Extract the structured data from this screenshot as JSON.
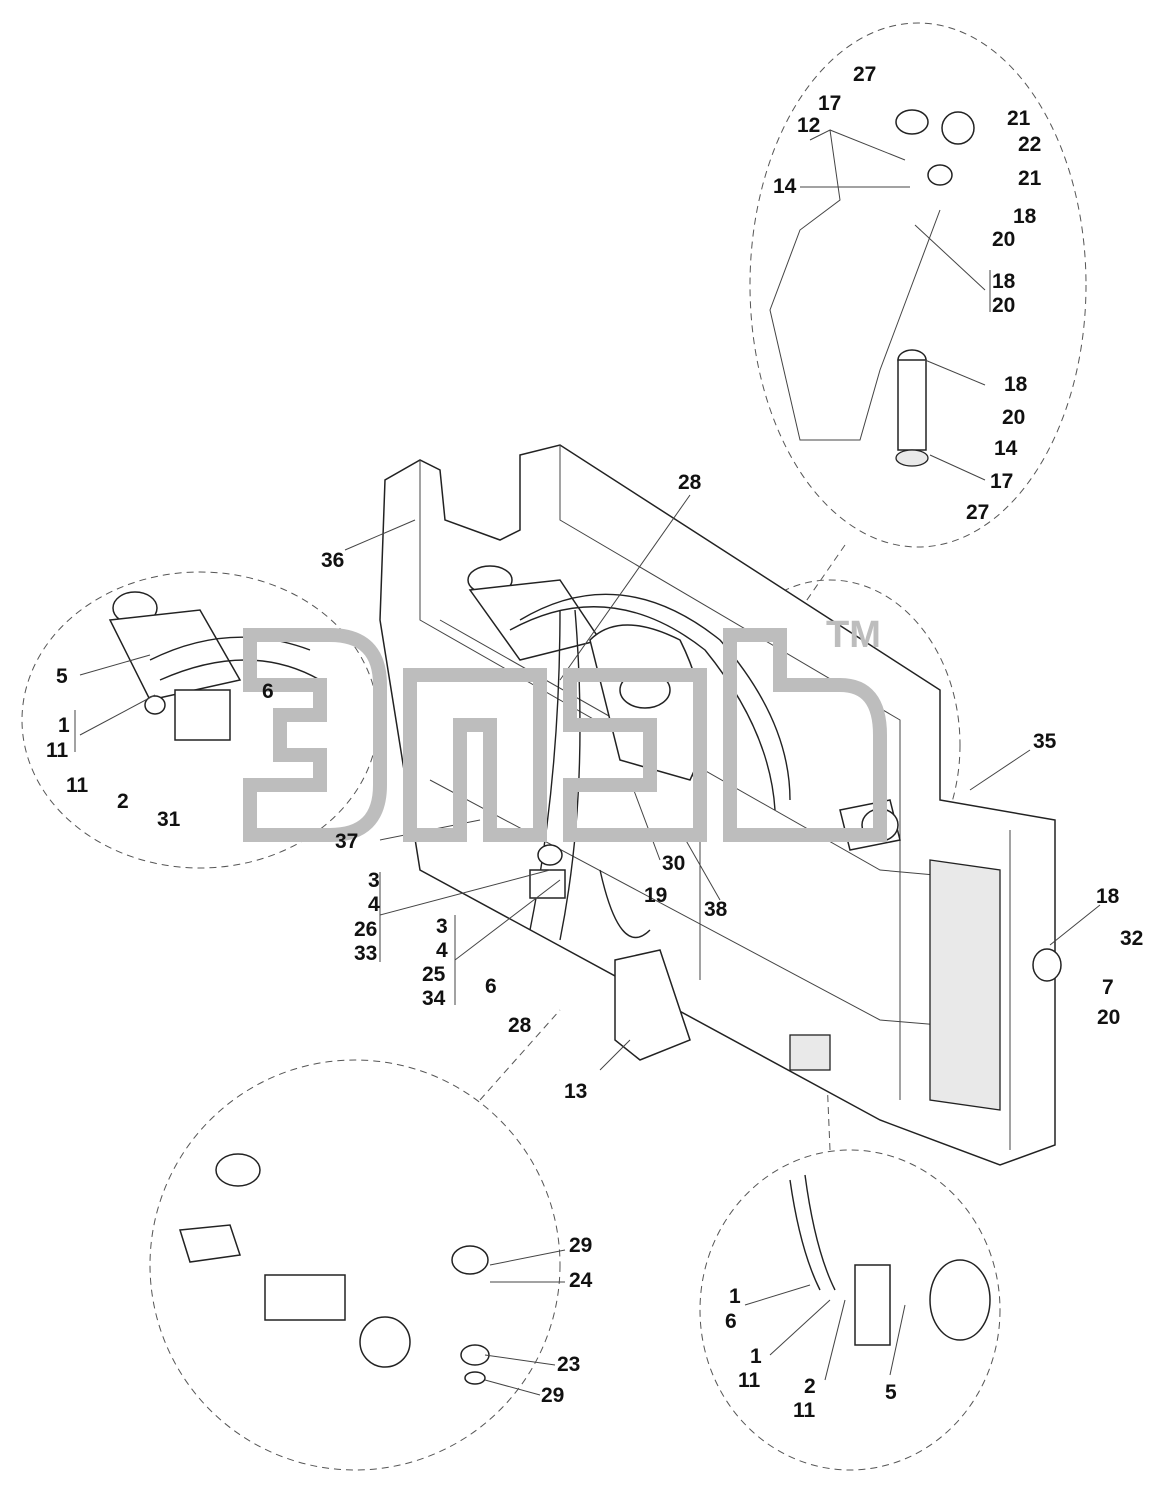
{
  "diagram": {
    "labels": [
      {
        "id": "l27a",
        "text": "27"
      },
      {
        "id": "l17a",
        "text": "17"
      },
      {
        "id": "l12",
        "text": "12"
      },
      {
        "id": "l21a",
        "text": "21"
      },
      {
        "id": "l22",
        "text": "22"
      },
      {
        "id": "l21b",
        "text": "21"
      },
      {
        "id": "l14a",
        "text": "14"
      },
      {
        "id": "l18a",
        "text": "18"
      },
      {
        "id": "l20a",
        "text": "20"
      },
      {
        "id": "l18b",
        "text": "18"
      },
      {
        "id": "l20b",
        "text": "20"
      },
      {
        "id": "l18c",
        "text": "18"
      },
      {
        "id": "l20c",
        "text": "20"
      },
      {
        "id": "l14b",
        "text": "14"
      },
      {
        "id": "l17b",
        "text": "17"
      },
      {
        "id": "l27b",
        "text": "27"
      },
      {
        "id": "l28a",
        "text": "28"
      },
      {
        "id": "l36",
        "text": "36"
      },
      {
        "id": "l5a",
        "text": "5"
      },
      {
        "id": "l6a",
        "text": "6"
      },
      {
        "id": "l1a",
        "text": "1"
      },
      {
        "id": "l11a",
        "text": "11"
      },
      {
        "id": "l11b",
        "text": "11"
      },
      {
        "id": "l2a",
        "text": "2"
      },
      {
        "id": "l31",
        "text": "31"
      },
      {
        "id": "l35",
        "text": "35"
      },
      {
        "id": "l37",
        "text": "37"
      },
      {
        "id": "l30",
        "text": "30"
      },
      {
        "id": "l19",
        "text": "19"
      },
      {
        "id": "l38",
        "text": "38"
      },
      {
        "id": "l3a",
        "text": "3"
      },
      {
        "id": "l4a",
        "text": "4"
      },
      {
        "id": "l26",
        "text": "26"
      },
      {
        "id": "l33",
        "text": "33"
      },
      {
        "id": "l3b",
        "text": "3"
      },
      {
        "id": "l4b",
        "text": "4"
      },
      {
        "id": "l25",
        "text": "25"
      },
      {
        "id": "l34",
        "text": "34"
      },
      {
        "id": "l6b",
        "text": "6"
      },
      {
        "id": "l28b",
        "text": "28"
      },
      {
        "id": "l13",
        "text": "13"
      },
      {
        "id": "l18d",
        "text": "18"
      },
      {
        "id": "l32",
        "text": "32"
      },
      {
        "id": "l7",
        "text": "7"
      },
      {
        "id": "l20d",
        "text": "20"
      },
      {
        "id": "l29a",
        "text": "29"
      },
      {
        "id": "l24",
        "text": "24"
      },
      {
        "id": "l23",
        "text": "23"
      },
      {
        "id": "l29b",
        "text": "29"
      },
      {
        "id": "l1b",
        "text": "1"
      },
      {
        "id": "l6c",
        "text": "6"
      },
      {
        "id": "l1c",
        "text": "1"
      },
      {
        "id": "l11c",
        "text": "11"
      },
      {
        "id": "l2b",
        "text": "2"
      },
      {
        "id": "l11d",
        "text": "11"
      },
      {
        "id": "l5b",
        "text": "5"
      }
    ],
    "watermark_tm": "TM"
  }
}
